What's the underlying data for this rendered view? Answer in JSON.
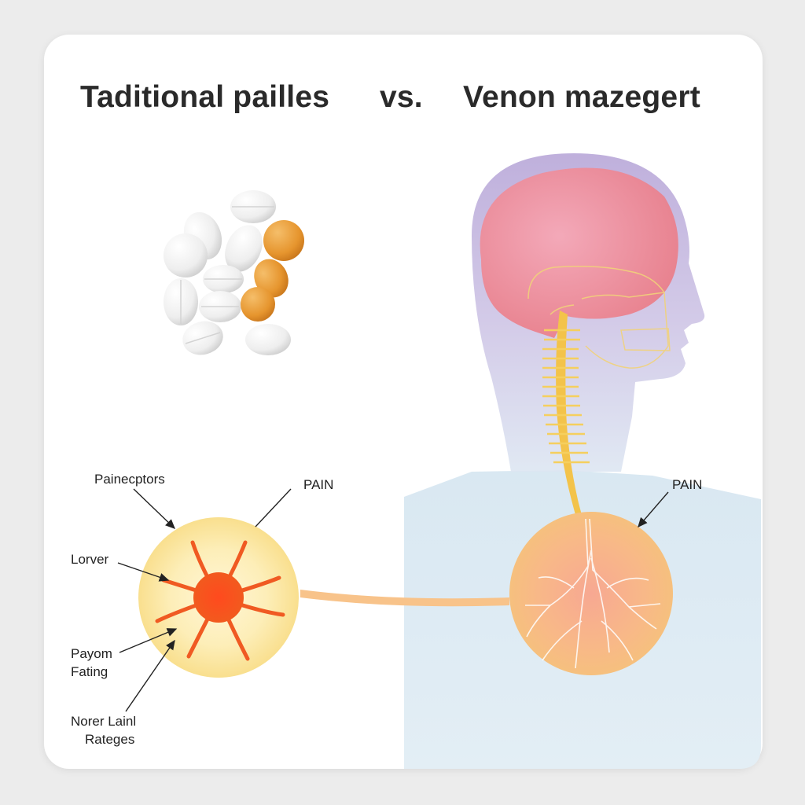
{
  "title": {
    "left": "Taditional pailles",
    "vs": "vs.",
    "right": "Venon mazegert"
  },
  "labels": {
    "painceptors": "Painecptors",
    "pain_left": "PAIN",
    "lorver": "Lorver",
    "payom": "Payom",
    "fating": "Fating",
    "norer": "Norer Lainl",
    "rateges": "Rateges",
    "pain_right": "PAIN"
  },
  "icons": [
    "pill-icon",
    "brain-icon",
    "spine-icon",
    "nerve-cell-icon",
    "arrow-icon"
  ],
  "colors": {
    "pill_white": "#f2f2f2",
    "pill_orange": "#e6952e",
    "brain": "#ef8a98",
    "head": "#b7a8d6",
    "nerve": "#ef5a22",
    "left_circle": "#fbe7a0",
    "right_circle": "#f6b07a",
    "spine": "#f3c34a"
  }
}
